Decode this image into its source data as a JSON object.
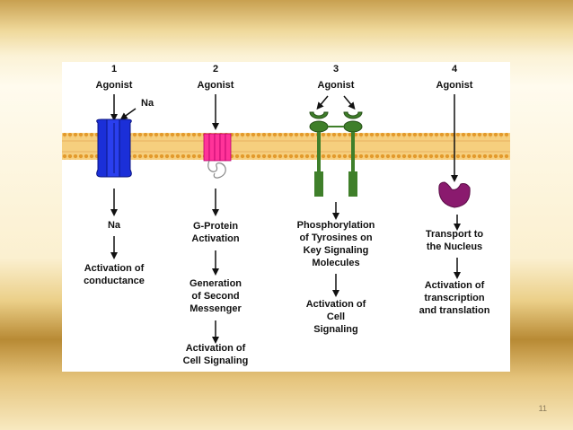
{
  "diagram": {
    "columns": [
      {
        "number": "1",
        "agonist": "Agonist",
        "ion": "Na",
        "steps": [
          "Na",
          "Activation of",
          "conductance"
        ]
      },
      {
        "number": "2",
        "agonist": "Agonist",
        "steps": [
          "G-Protein",
          "Activation",
          "Generation",
          "of Second",
          "Messenger",
          "Activation of",
          "Cell Signaling"
        ]
      },
      {
        "number": "3",
        "agonist": "Agonist",
        "steps": [
          "Phosphorylation",
          "of Tyrosines on",
          "Key Signaling",
          "Molecules",
          "Activation of",
          "Cell",
          "Signaling"
        ]
      },
      {
        "number": "4",
        "agonist": "Agonist",
        "steps": [
          "Transport to",
          "the Nucleus",
          "Activation of",
          "transcription",
          "and translation"
        ]
      }
    ]
  },
  "colors": {
    "membrane": "#f3c062",
    "membrane_dots": "#e39a2c",
    "channel": "#1b2fd8",
    "gpcr": "#ff3399",
    "tyrosine_kinase": "#3f7f2a",
    "nuclear_receptor": "#8a1a6e"
  },
  "slide": {
    "page_number": "11"
  }
}
